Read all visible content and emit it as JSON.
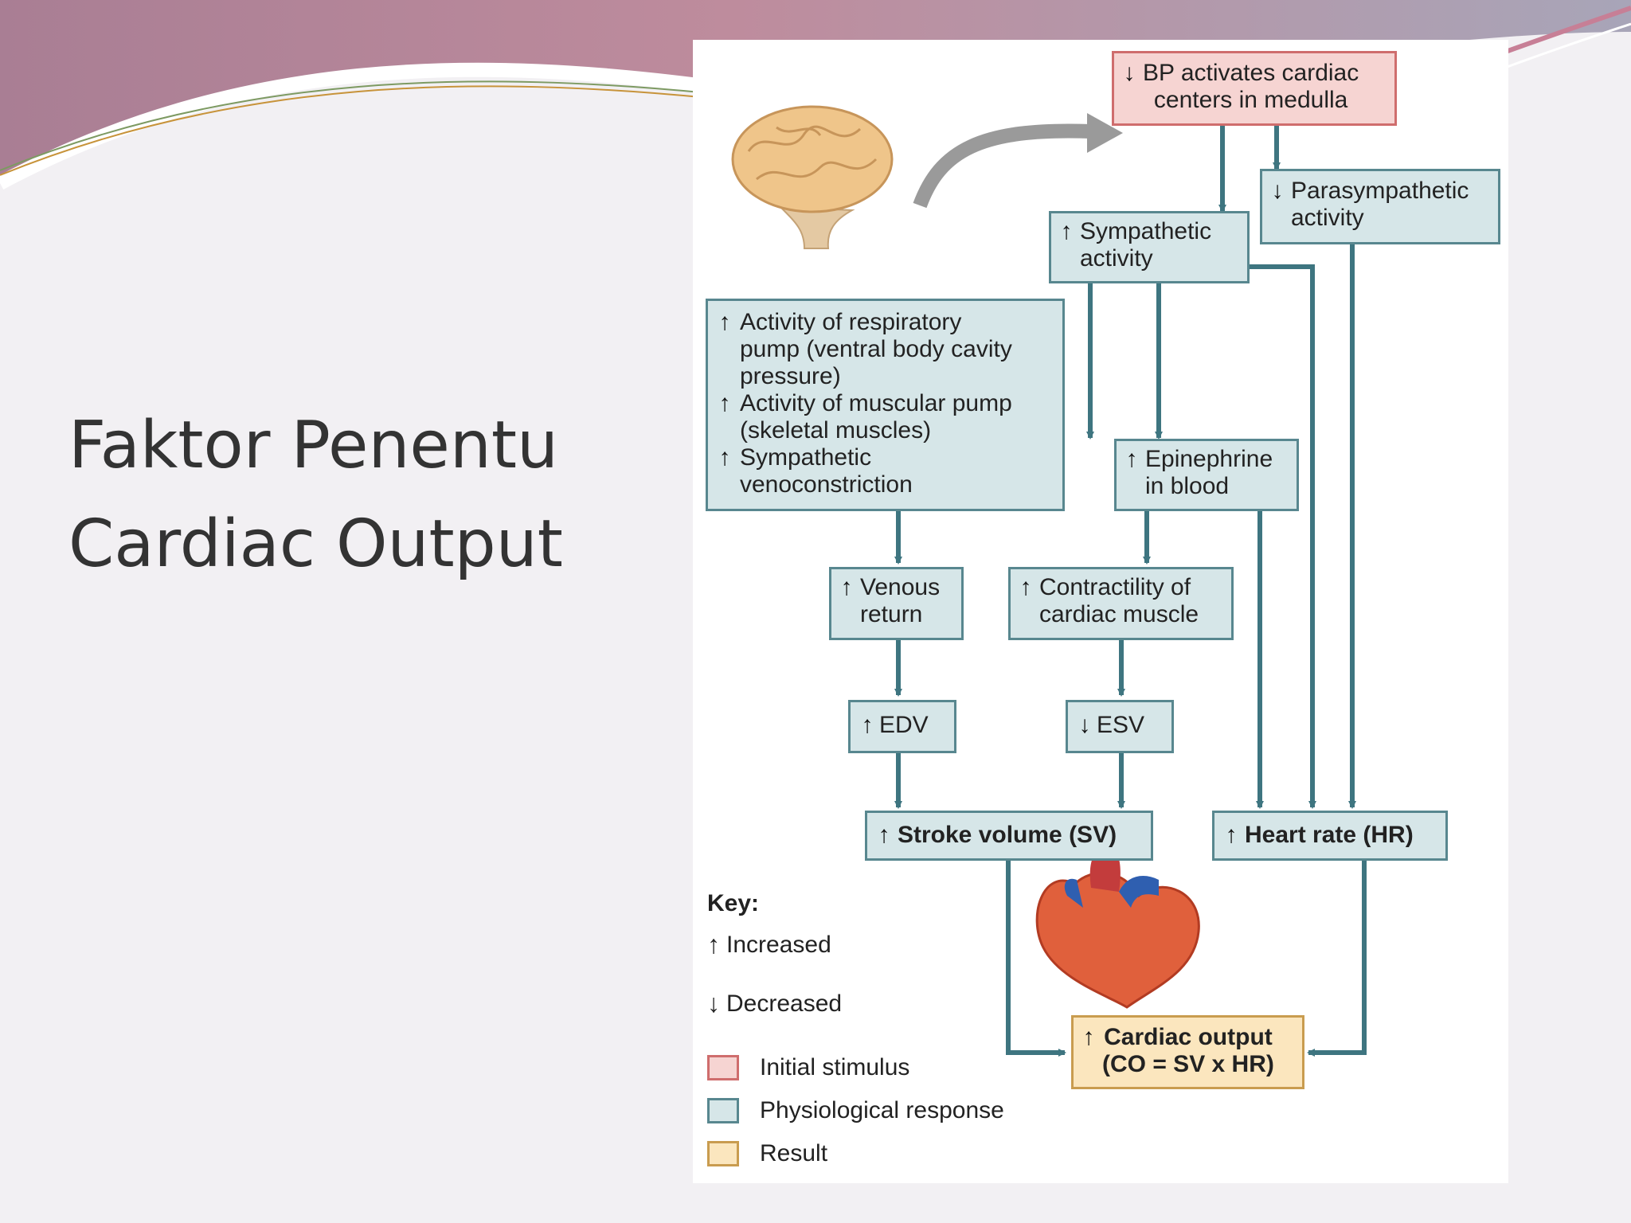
{
  "slide": {
    "title_line1": "Faktor Penentu",
    "title_line2": "Cardiac Output"
  },
  "diagram": {
    "nodes": {
      "bp": {
        "arrow": "down",
        "lines": [
          "BP activates cardiac",
          "centers in medulla"
        ],
        "type": "initial"
      },
      "parasympathetic": {
        "arrow": "down",
        "lines": [
          "Parasympathetic",
          "activity"
        ],
        "type": "response"
      },
      "sympathetic": {
        "arrow": "up",
        "lines": [
          "Sympathetic",
          "activity"
        ],
        "type": "response"
      },
      "pumps": {
        "items": [
          {
            "arrow": "up",
            "lines": [
              "Activity of respiratory",
              "pump (ventral body cavity",
              "pressure)"
            ]
          },
          {
            "arrow": "up",
            "lines": [
              "Activity of muscular pump",
              "(skeletal muscles)"
            ]
          },
          {
            "arrow": "up",
            "lines": [
              "Sympathetic",
              "venoconstriction"
            ]
          }
        ],
        "type": "response"
      },
      "epinephrine": {
        "arrow": "up",
        "lines": [
          "Epinephrine",
          "in blood"
        ],
        "type": "response"
      },
      "venous_return": {
        "arrow": "up",
        "lines": [
          "Venous",
          "return"
        ],
        "type": "response"
      },
      "contractility": {
        "arrow": "up",
        "lines": [
          "Contractility of",
          "cardiac muscle"
        ],
        "type": "response"
      },
      "edv": {
        "arrow": "up",
        "lines": [
          "EDV"
        ],
        "type": "response"
      },
      "esv": {
        "arrow": "down",
        "lines": [
          "ESV"
        ],
        "type": "response"
      },
      "stroke_volume": {
        "arrow": "up",
        "lines": [
          "Stroke volume (SV)"
        ],
        "type": "response"
      },
      "heart_rate": {
        "arrow": "up",
        "lines": [
          "Heart rate (HR)"
        ],
        "type": "response"
      },
      "cardiac_output": {
        "arrow": "up",
        "lines": [
          "Cardiac output",
          "(CO = SV x HR)"
        ],
        "type": "result"
      }
    },
    "key": {
      "title": "Key:",
      "increased": "Increased",
      "decreased": "Decreased",
      "initial": "Initial stimulus",
      "response": "Physiological response",
      "result": "Result"
    },
    "colors": {
      "initial_fill": "#f6d4d2",
      "initial_border": "#cf6d6d",
      "response_fill": "#d6e6e8",
      "response_border": "#58878f",
      "result_fill": "#fbe6be",
      "result_border": "#c99c4f",
      "connector": "#3e7580"
    }
  }
}
